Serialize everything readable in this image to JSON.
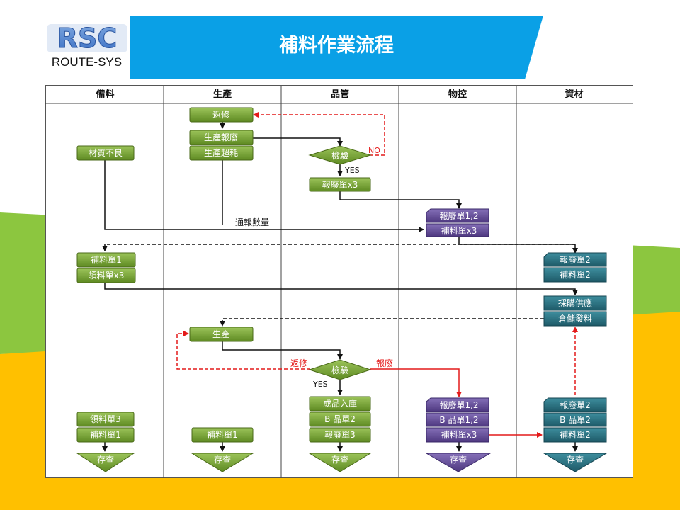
{
  "header": {
    "title": "補料作業流程",
    "logo_text": "ROUTE-SYS",
    "logo_letters": "RSC"
  },
  "colors": {
    "header_blue": "#0AA0E6",
    "green_shape": "#6E9A2E",
    "purple_shape": "#5E4690",
    "teal_shape": "#246B7A",
    "red_line": "#E41A1A",
    "bg_green": "#8CC63F",
    "bg_yellow": "#FFC000"
  },
  "lanes": [
    "備料",
    "生產",
    "品管",
    "物控",
    "資材"
  ],
  "labels": {
    "no": "NO",
    "yes": "YES",
    "notify_qty": "通報數量",
    "rework": "返修",
    "scrap": "報廢"
  },
  "nodes": {
    "rework_top": "返修",
    "prod_scrap": "生產報廢",
    "prod_over": "生產超耗",
    "material_bad": "材質不良",
    "inspect1": "檢驗",
    "scrap_x3_qc": "報廢單x3",
    "scrap_12": "報廢單1,2",
    "supp_x3": "補料單x3",
    "supp1_prep": "補料單1",
    "req_x3": "領料單x3",
    "scrap2_mat": "報廢單2",
    "supp2_mat": "補料單2",
    "purchase": "採購供應",
    "warehouse": "倉儲發料",
    "production": "生產",
    "inspect2": "檢驗",
    "finished": "成品入庫",
    "b_prod2": "B 品單2",
    "scrap3": "報廢單3",
    "scrap_12_ctl": "報廢單1,2",
    "b_prod12": "B 品單1,2",
    "supp_x3_ctl": "補料單x3",
    "scrap2_mat_b": "報廢單2",
    "b_prod2_mat": "B 品單2",
    "supp2_mat_b": "補料單2",
    "req3": "領料單3",
    "supp1_prep_b": "補料單1",
    "supp1_prod": "補料單1",
    "store1": "存查",
    "store2": "存查",
    "store3": "存查",
    "store4": "存查",
    "store5": "存查"
  }
}
